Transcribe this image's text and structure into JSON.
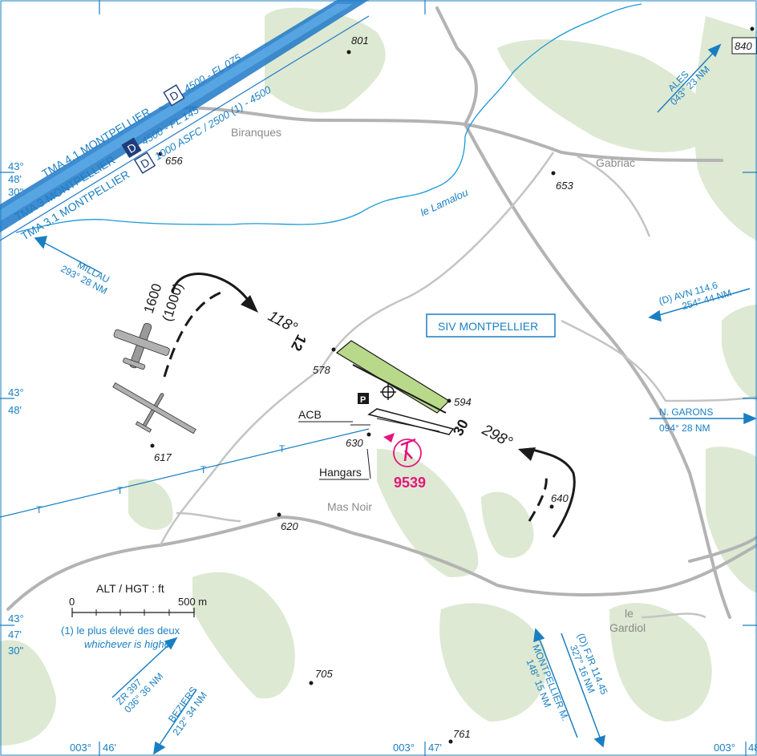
{
  "places": {
    "biranques": "Biranques",
    "gabriac": "Gabriac",
    "mas_noir": "Mas Noir",
    "le": "le",
    "gardiol": "Gardiol",
    "river": "le Lamalou"
  },
  "elevations": {
    "e801": "801",
    "e840": "840",
    "e656": "656",
    "e653": "653",
    "e578": "578",
    "e594": "594",
    "e630": "630",
    "e617": "617",
    "e640": "640",
    "e620": "620",
    "e705": "705",
    "e761": "761"
  },
  "airspace": {
    "tma41": "TMA 4.1 MONTPELLIER",
    "tma41_class": "D",
    "tma41_limits": "4500 - FL 075",
    "tma3": "TMA 3 MONTPELLIER",
    "tma3_class": "D",
    "tma3_limits": "4500 - FL 145",
    "tma31": "TMA 3.1 MONTPELLIER",
    "tma31_class": "D",
    "tma31_limits": "1000 ASFC / 2500 (1) - 4500",
    "siv": "SIV MONTPELLIER"
  },
  "directions": {
    "ales_name": "ALES",
    "ales_bearing": "043° 23 NM",
    "millau_name": "MILLAU",
    "millau_bearing": "293° 28 NM",
    "avn_name": "(D) AVN 114.6",
    "avn_bearing": "254° 44 NM",
    "garons_name": "N. GARONS",
    "garons_bearing": "094° 28 NM",
    "zr_name": "ZR 397",
    "zr_bearing": "036° 36 NM",
    "beziers_name": "BEZIERS",
    "beziers_bearing": "212° 34 NM",
    "montp_name": "MONTPELLIER M.",
    "montp_bearing": "148° 15 NM",
    "fjr_name": "(D) FJR 114.45",
    "fjr_bearing": "327° 16 NM"
  },
  "aerodrome": {
    "rwy12": "12",
    "rwy30": "30",
    "hdg118": "118°",
    "hdg298": "298°",
    "circuit_alt": "1600",
    "circuit_hgt": "(1000)",
    "acb": "ACB",
    "hangars": "Hangars",
    "parking": "P",
    "freq": "9539"
  },
  "coordinates": {
    "lat1_deg": "43°",
    "lat1_min": "48'",
    "lat1_sec": "30\"",
    "lat2_deg": "43°",
    "lat2_min": "48'",
    "lat3_deg": "43°",
    "lat3_min": "47'",
    "lat3_sec": "30\"",
    "lon1_deg": "003°",
    "lon1_min": "46'",
    "lon2_deg": "003°",
    "lon2_min": "47'",
    "lon3_deg": "003°",
    "lon3_min": "48"
  },
  "legend": {
    "units": "ALT / HGT : ft",
    "scale_zero": "0",
    "scale_end": "500 m",
    "note_fr": "(1) le plus élevé des deux",
    "note_en": "whichever is higher"
  },
  "powerline": {
    "marker": "T"
  },
  "colors": {
    "terrain": "#dde9d2",
    "water": "#1a9ad6",
    "airspace": "#1f78c8",
    "road": "#b3b3b3",
    "ink": "#1a1a1a",
    "glider": "#e5157c",
    "runway_grass": "#b8d98a"
  }
}
